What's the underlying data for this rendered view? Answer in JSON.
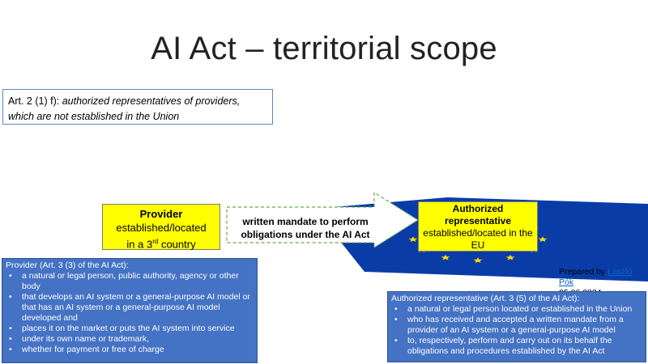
{
  "title": "AI Act – territorial scope",
  "article": {
    "ref": "Art. 2 (1) f):",
    "text": "authorized representatives of providers, which are not established in the Union"
  },
  "provider_box": {
    "heading": "Provider",
    "line1": "established/located",
    "line2_pre": "in a 3",
    "line2_sup": "rd",
    "line2_post": " country"
  },
  "arrow": {
    "label": "written mandate to perform obligations under the AI Act"
  },
  "ar_box": {
    "heading": "Authorized representative",
    "line1": "established/located in the EU"
  },
  "provider_definition": {
    "heading": "Provider (Art. 3 (3) of the AI Act):",
    "items": [
      "a natural or legal person, public authority, agency or other body",
      "that develops an AI system or a general-purpose AI model or that has an AI system or a general-purpose AI model developed and",
      "places it on the market or puts the AI system into service",
      "under its own name or trademark,",
      "whether for payment or free of charge"
    ]
  },
  "ar_definition": {
    "heading": "Authorized representative (Art. 3 (5) of the AI Act):",
    "items": [
      "a natural or legal person located or established in the Union",
      "who has received and accepted a written mandate from a provider of an AI system or a general-purpose AI model",
      "to, respectively, perform and carry out on its behalf the obligations and procedures established by the AI Act"
    ]
  },
  "credit": {
    "prepared_by": "Prepared by",
    "author": "László Pók",
    "date": "05.06.2024"
  },
  "colors": {
    "eu_blue": "#0a3ca8",
    "star_yellow": "#ffdd00",
    "box_yellow": "#ffff00",
    "def_blue": "#4472c4",
    "arrow_green": "#6aa84f"
  },
  "icons": {
    "flag": "eu-flag-icon",
    "arrow": "dashed-arrow-icon"
  }
}
